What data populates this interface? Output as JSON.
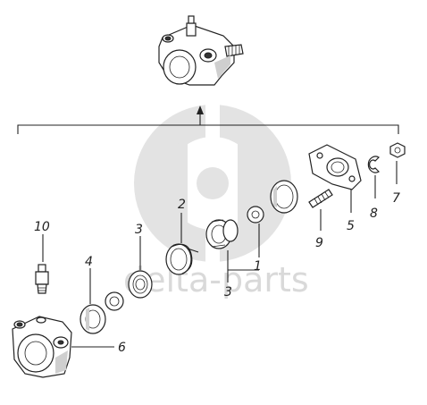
{
  "watermark": {
    "text": "delta-parts",
    "color": "#d9d9d9"
  },
  "callouts": [
    {
      "id": "1",
      "text": "1"
    },
    {
      "id": "2",
      "text": "2"
    },
    {
      "id": "3a",
      "text": "3"
    },
    {
      "id": "3b",
      "text": "3"
    },
    {
      "id": "4",
      "text": "4"
    },
    {
      "id": "5",
      "text": "5"
    },
    {
      "id": "6",
      "text": "6"
    },
    {
      "id": "7",
      "text": "7"
    },
    {
      "id": "8",
      "text": "8"
    },
    {
      "id": "9",
      "text": "9"
    },
    {
      "id": "10",
      "text": "10"
    }
  ]
}
